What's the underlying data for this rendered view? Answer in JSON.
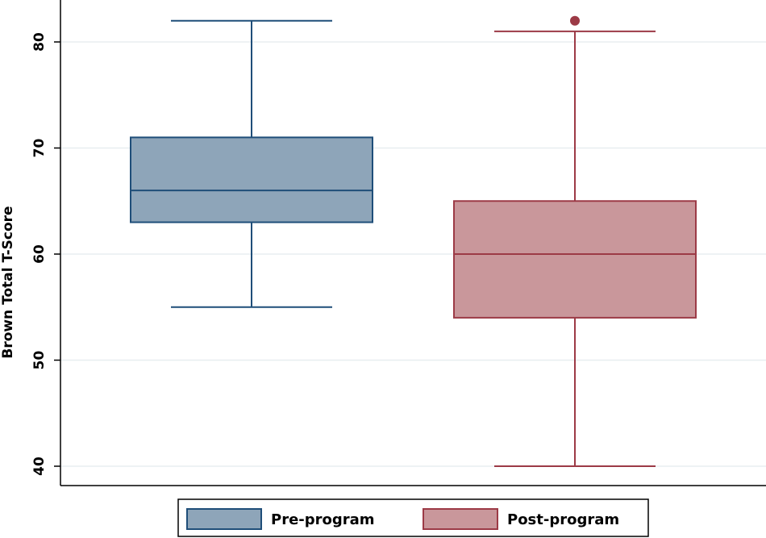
{
  "chart_data": {
    "type": "box",
    "ylabel": "Brown Total T-Score",
    "ylim": [
      38,
      84
    ],
    "yticks": [
      40,
      50,
      60,
      70,
      80
    ],
    "grid": true,
    "legend_position": "bottom",
    "series": [
      {
        "name": "Pre-program",
        "color": "#8EA5B9",
        "edge_color": "#1F4E79",
        "min": 55,
        "q1": 63,
        "median": 66,
        "q3": 71,
        "max": 82,
        "outliers": []
      },
      {
        "name": "Post-program",
        "color": "#C9979B",
        "edge_color": "#9C3A46",
        "min": 40,
        "q1": 54,
        "median": 60,
        "q3": 65,
        "max": 81,
        "outliers": [
          82
        ]
      }
    ]
  }
}
